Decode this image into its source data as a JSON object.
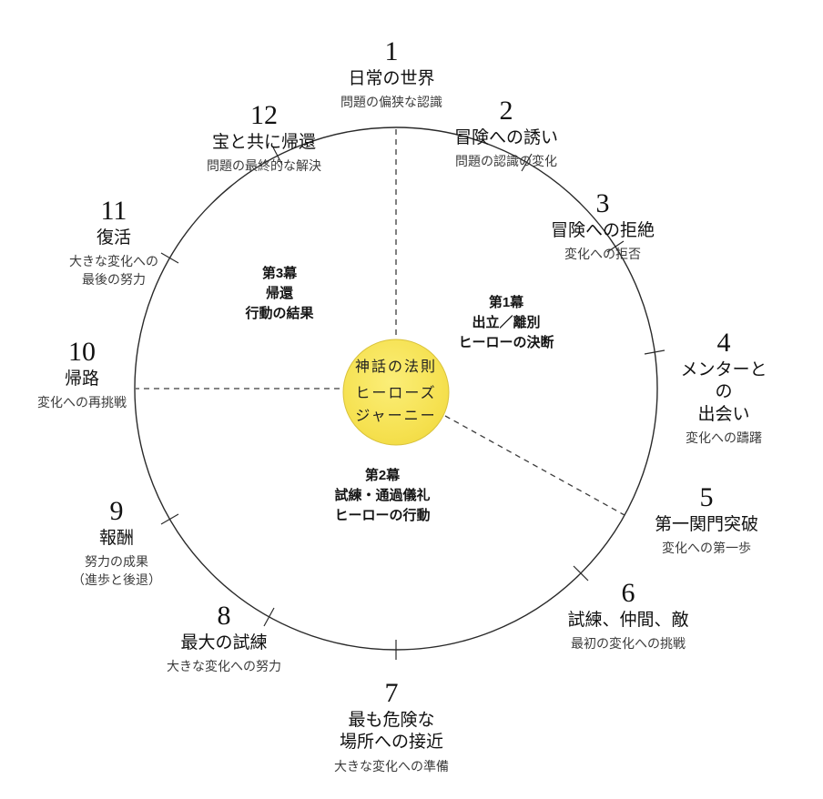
{
  "center": {
    "line1": "神話の法則",
    "line2": "ヒーローズ",
    "line3": "ジャーニー",
    "fill": "#f5e04e"
  },
  "acts": [
    {
      "label": "第1幕",
      "phase": "出立／離別",
      "desc": "ヒーローの決断"
    },
    {
      "label": "第2幕",
      "phase": "試練・通過儀礼",
      "desc": "ヒーローの行動"
    },
    {
      "label": "第3幕",
      "phase": "帰還",
      "desc": "行動の結果"
    }
  ],
  "stages": [
    {
      "num": "1",
      "title": "日常の世界",
      "subtitle": "問題の偏狭な認識"
    },
    {
      "num": "2",
      "title": "冒険への誘い",
      "subtitle": "問題の認識の変化"
    },
    {
      "num": "3",
      "title": "冒険への拒絶",
      "subtitle": "変化への拒否"
    },
    {
      "num": "4",
      "title": "メンターとの\n出会い",
      "subtitle": "変化への躊躇"
    },
    {
      "num": "5",
      "title": "第一関門突破",
      "subtitle": "変化への第一歩"
    },
    {
      "num": "6",
      "title": "試練、仲間、敵",
      "subtitle": "最初の変化への挑戦"
    },
    {
      "num": "7",
      "title": "最も危険な\n場所への接近",
      "subtitle": "大きな変化への準備"
    },
    {
      "num": "8",
      "title": "最大の試練",
      "subtitle": "大きな変化への努力"
    },
    {
      "num": "9",
      "title": "報酬",
      "subtitle": "努力の成果\n（進歩と後退）"
    },
    {
      "num": "10",
      "title": "帰路",
      "subtitle": "変化への再挑戦"
    },
    {
      "num": "11",
      "title": "復活",
      "subtitle": "大きな変化への\n最後の努力"
    },
    {
      "num": "12",
      "title": "宝と共に帰還",
      "subtitle": "問題の最終的な解決"
    }
  ]
}
